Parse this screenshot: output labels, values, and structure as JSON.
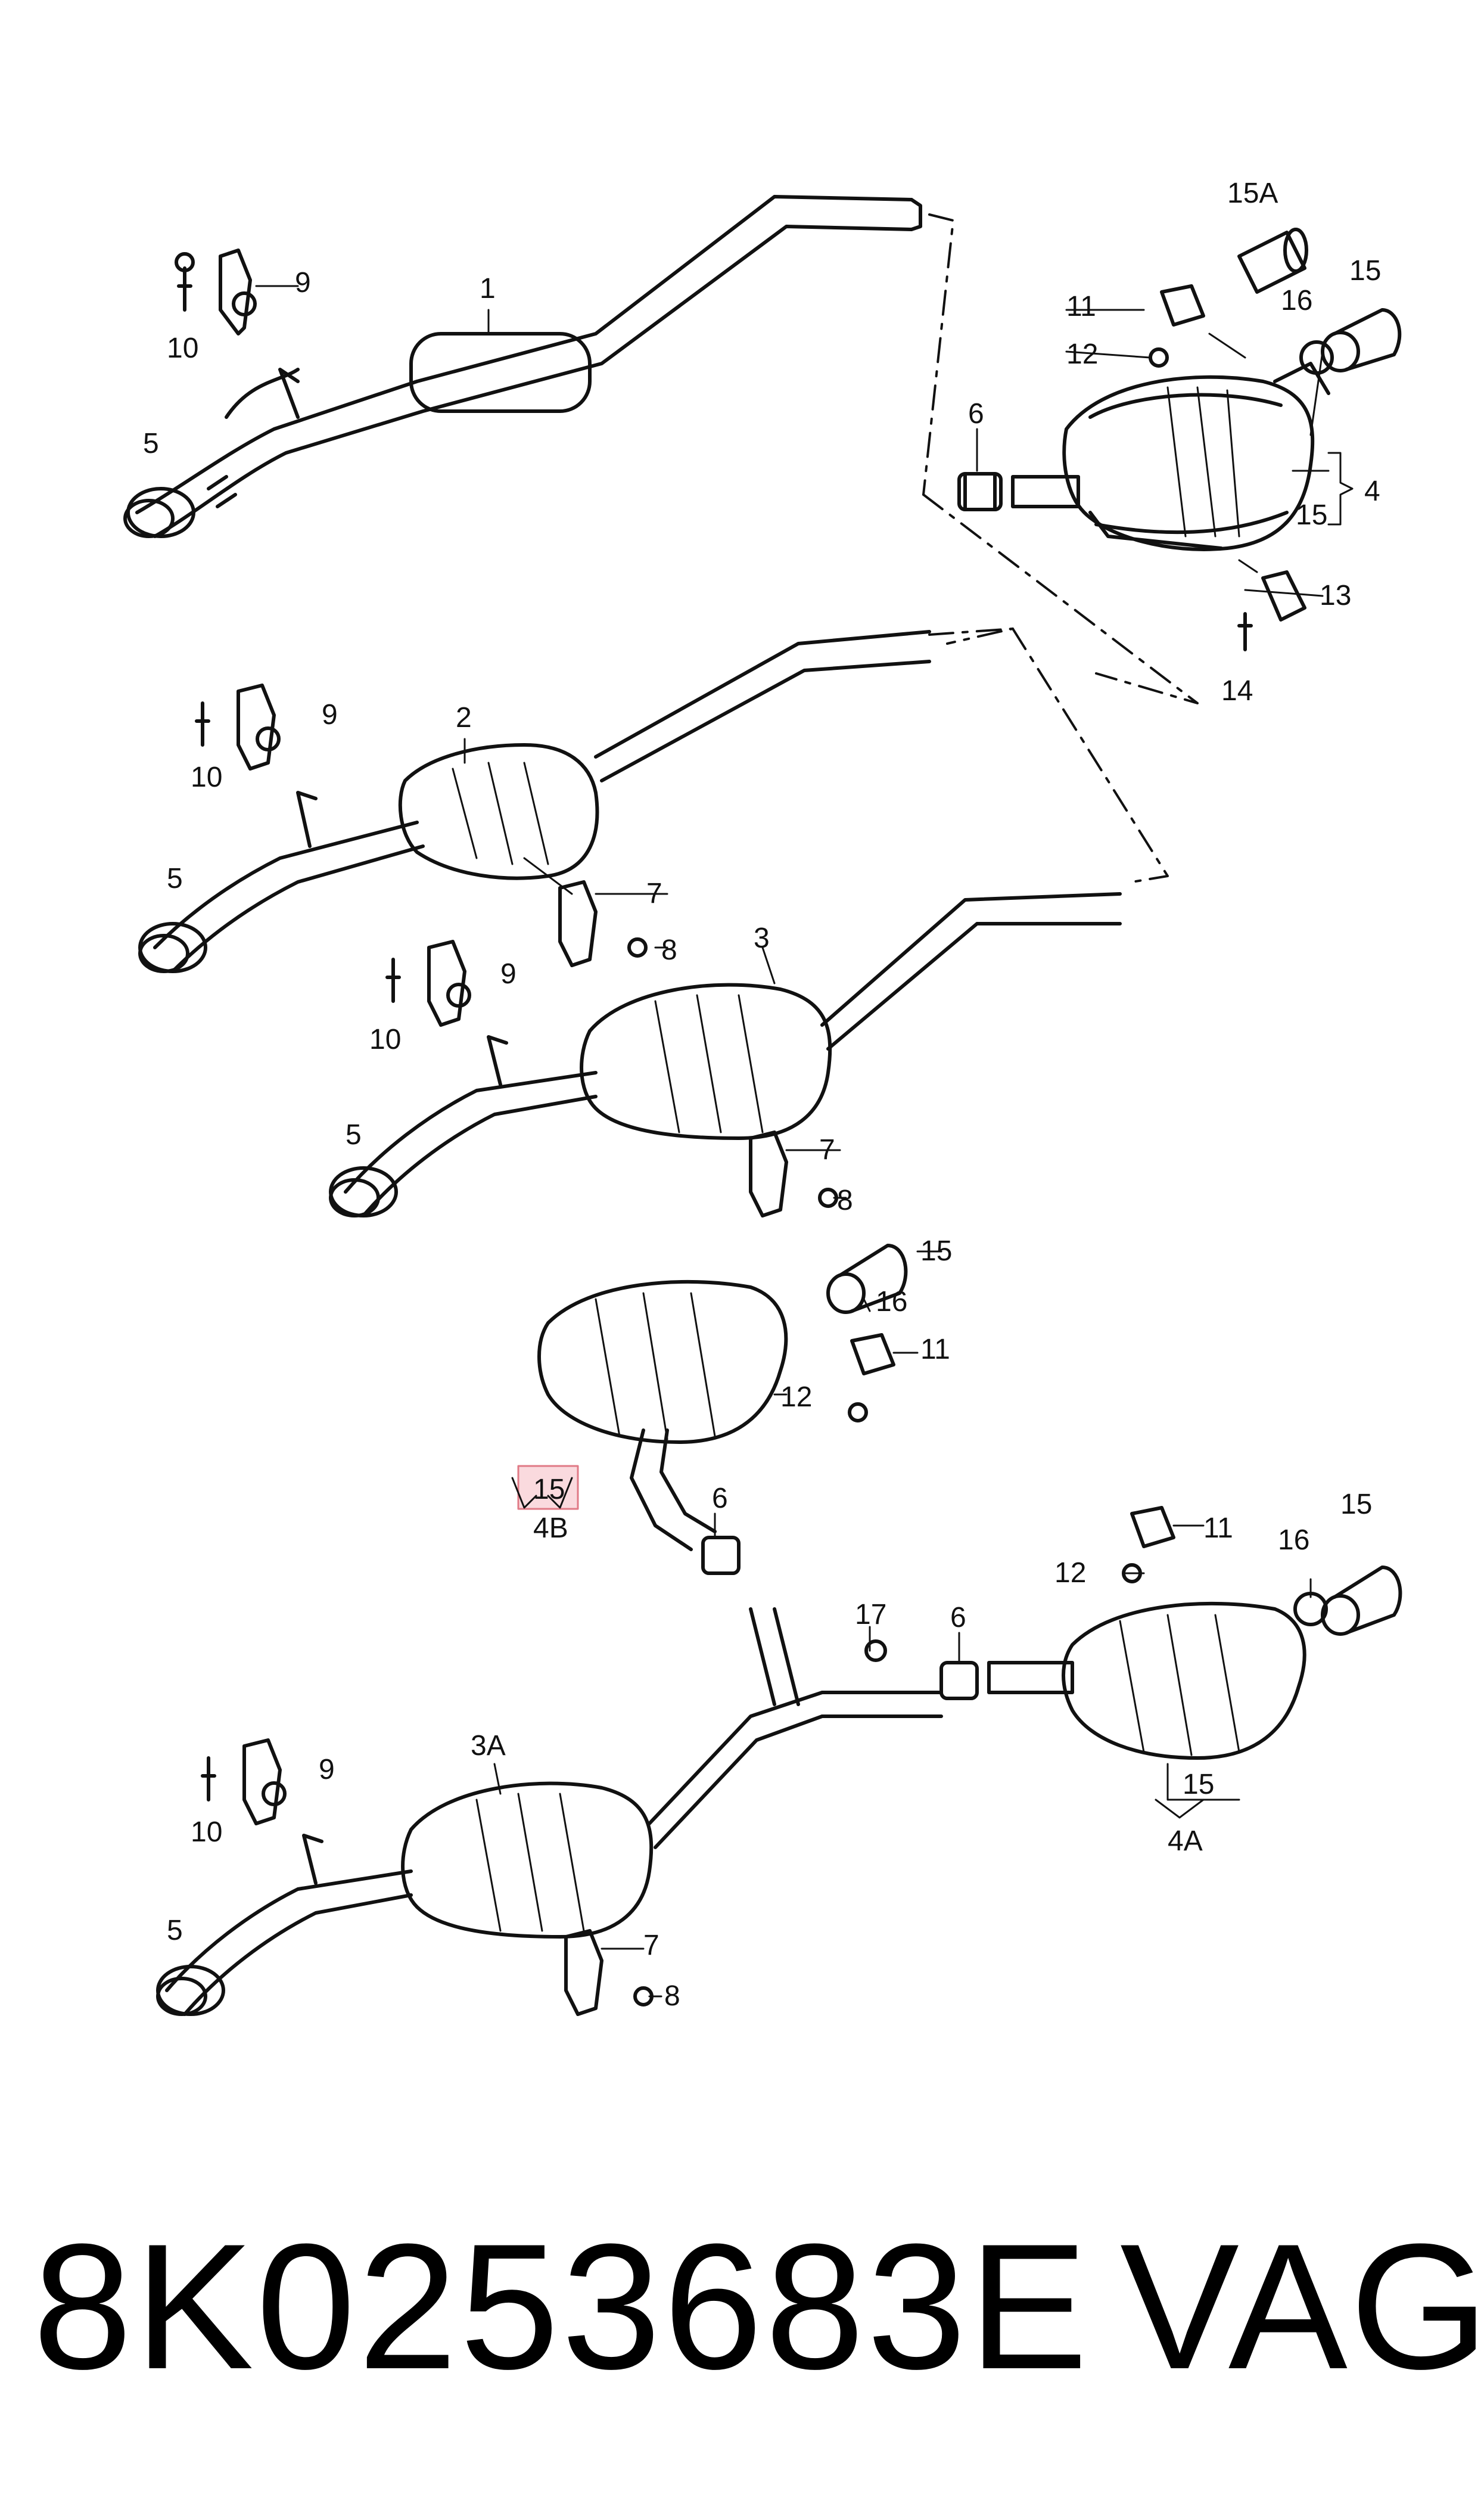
{
  "footer": {
    "part_number": "8K0253683E",
    "brand": "VAG"
  },
  "colors": {
    "line": "#111111",
    "highlight": "#e07a86"
  },
  "labels": {
    "l1": "1",
    "l2": "2",
    "l3": "3",
    "l3a": "3A",
    "l4": "4",
    "l4a": "4A",
    "l4b": "4B",
    "l5a": "5",
    "l5b": "5",
    "l5c": "5",
    "l5d": "5",
    "l6a": "6",
    "l6b": "6",
    "l6c": "6",
    "l7a": "7",
    "l7b": "7",
    "l7c": "7",
    "l8a": "8",
    "l8b": "8",
    "l8c": "8",
    "l9a": "9",
    "l9b": "9",
    "l9c": "9",
    "l9d": "9",
    "l10a": "10",
    "l10b": "10",
    "l10c": "10",
    "l10d": "10",
    "l11a": "11",
    "l11b": "11",
    "l11c": "11",
    "l12a": "12",
    "l12b": "12",
    "l12c": "12",
    "l13": "13",
    "l14": "14",
    "l15a": "15",
    "l15b": "15",
    "l15c": "15",
    "l15d": "15",
    "l15e": "15",
    "l15f": "15",
    "l15A": "15A",
    "l16a": "16",
    "l16b": "16",
    "l16c": "16",
    "l17": "17"
  }
}
